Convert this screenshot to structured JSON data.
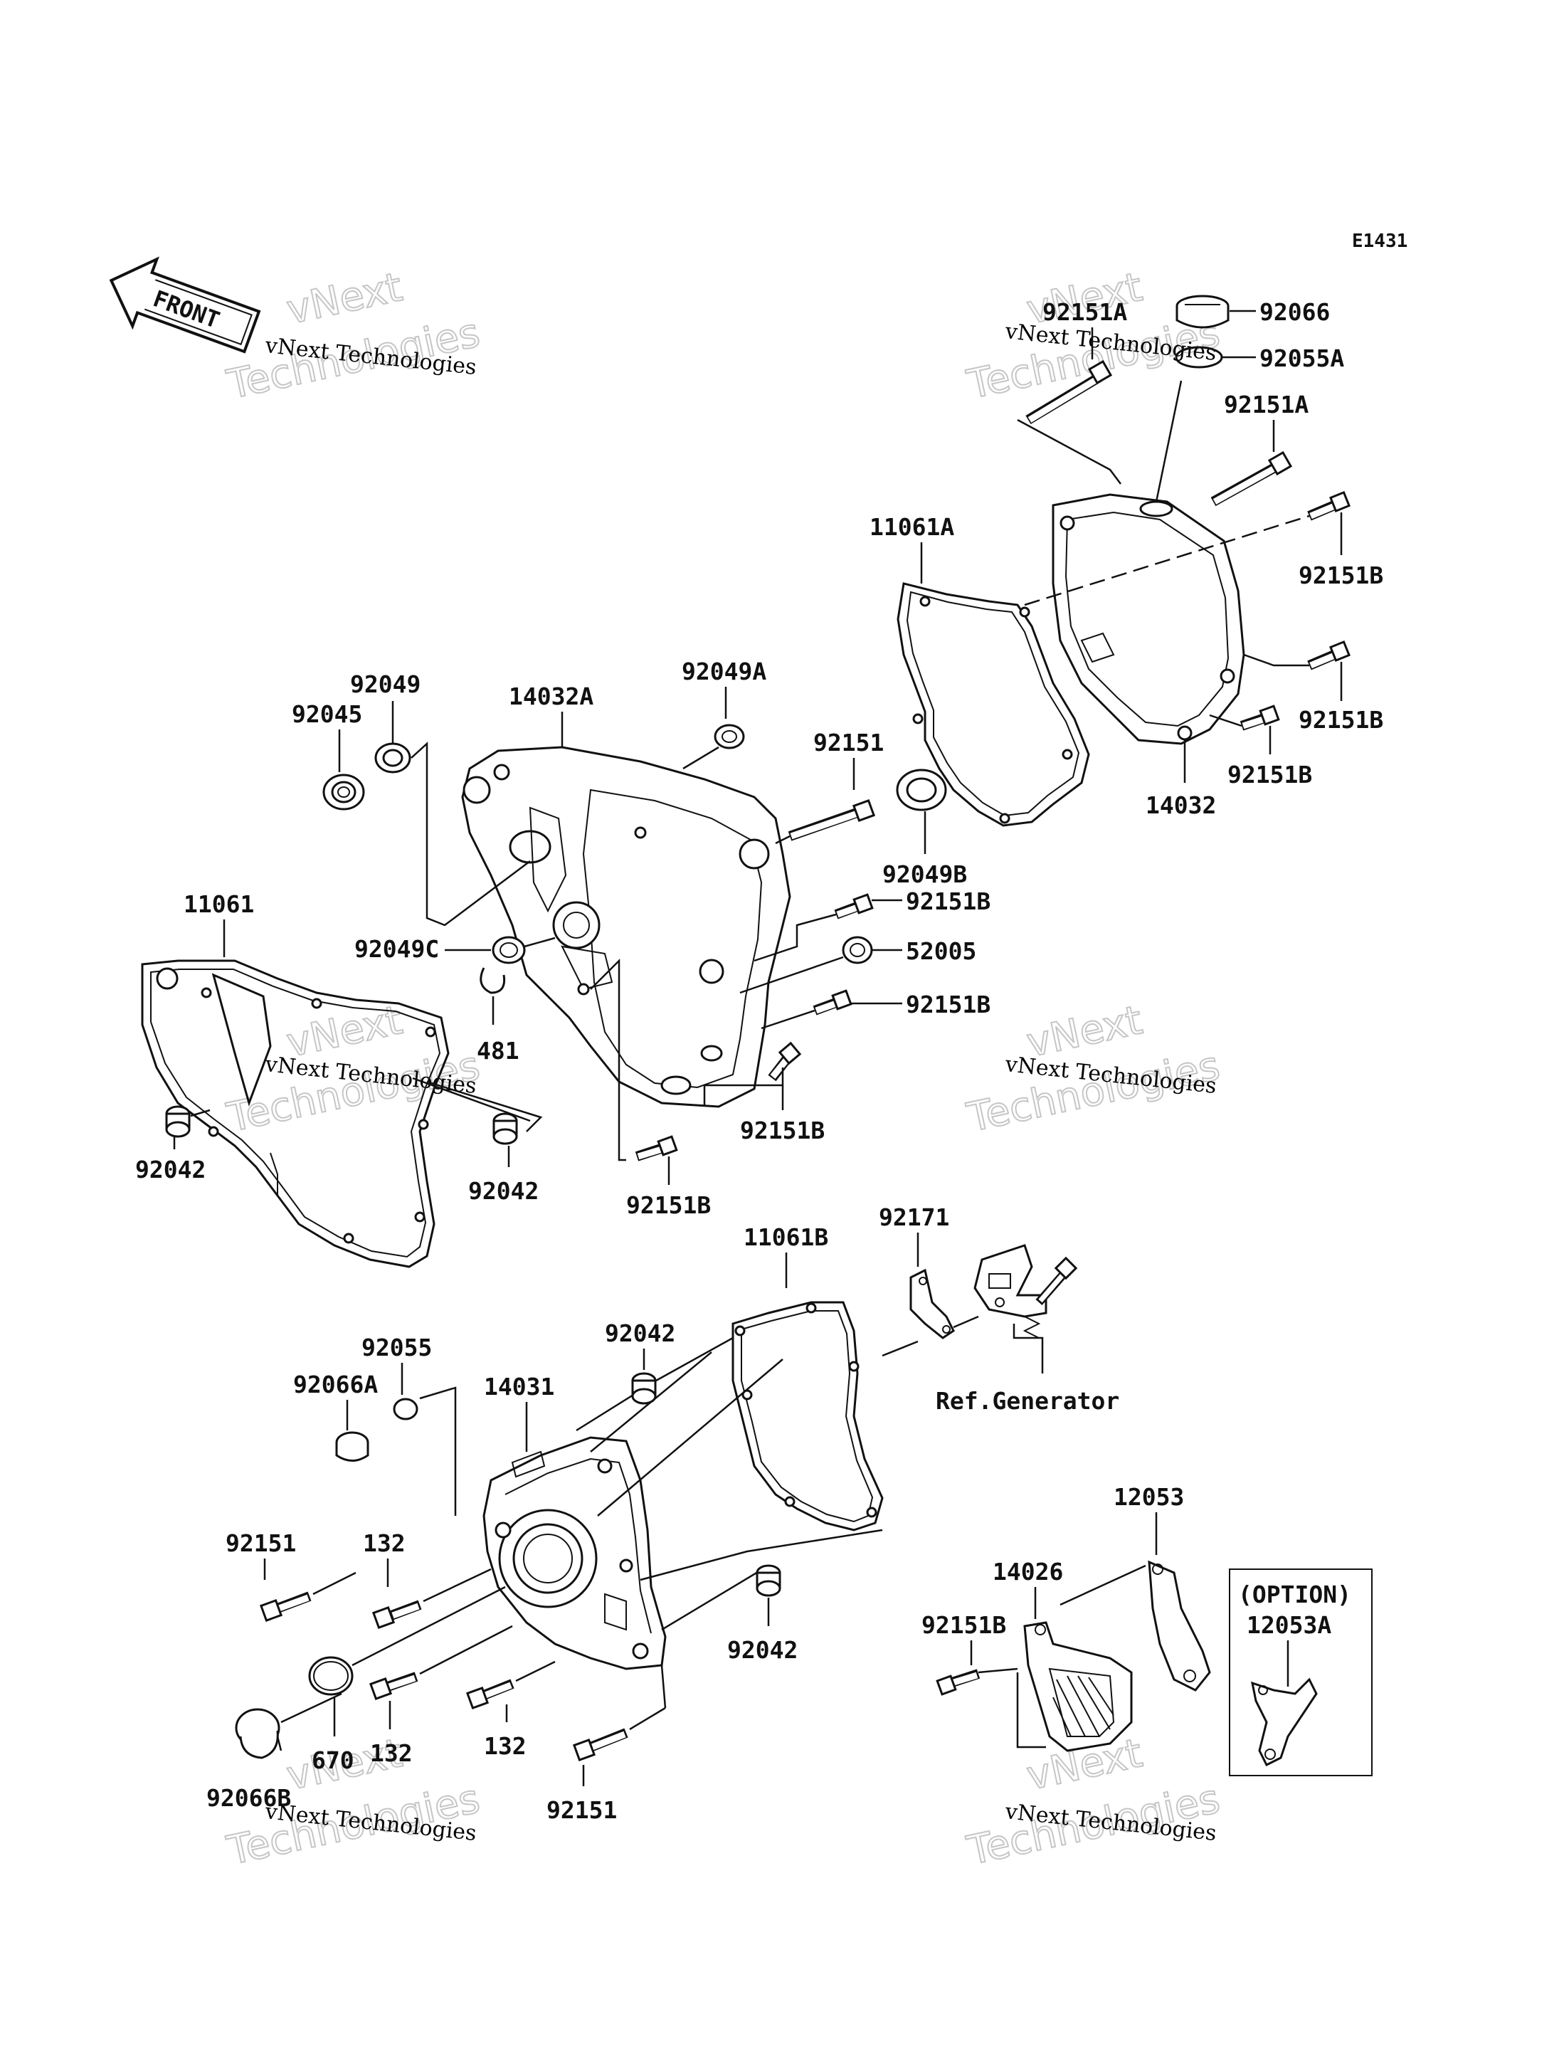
{
  "diagram_code": "E1431",
  "front_arrow": {
    "label": "FRONT",
    "icon": "front-arrow-icon"
  },
  "watermark": {
    "line1": "vNext",
    "line2": "vNext Technologies",
    "line3": "Technologies"
  },
  "labels": {
    "p92066": "92066",
    "p92055A": "92055A",
    "p92151A_top": "92151A",
    "p92151A_right": "92151A",
    "p92151B_r1": "92151B",
    "p92151B_r2": "92151B",
    "p92151B_r3": "92151B",
    "p14032": "14032",
    "p11061A": "11061A",
    "p92049": "92049",
    "p92045": "92045",
    "p14032A": "14032A",
    "p92049A": "92049A",
    "p92151_mid": "92151",
    "p92049B": "92049B",
    "p92151B_m1": "92151B",
    "p52005": "52005",
    "p92151B_m2": "92151B",
    "p92151B_m3": "92151B",
    "p92151B_m4": "92151B",
    "p92049C": "92049C",
    "p481": "481",
    "p11061": "11061",
    "p92042_left": "92042",
    "p92042_mid": "92042",
    "p92171": "92171",
    "p11061B": "11061B",
    "ref_generator": "Ref.Generator",
    "p92042_low": "92042",
    "p92055": "92055",
    "p92066A": "92066A",
    "p14031": "14031",
    "p12053": "12053",
    "p14026": "14026",
    "p92151_left": "92151",
    "p132_a": "132",
    "p92042_bottom": "92042",
    "p92151B_low": "92151B",
    "option": "(OPTION)",
    "p12053A": "12053A",
    "p670": "670",
    "p132_b": "132",
    "p132_c": "132",
    "p92151_bottom": "92151",
    "p92066B": "92066B"
  }
}
